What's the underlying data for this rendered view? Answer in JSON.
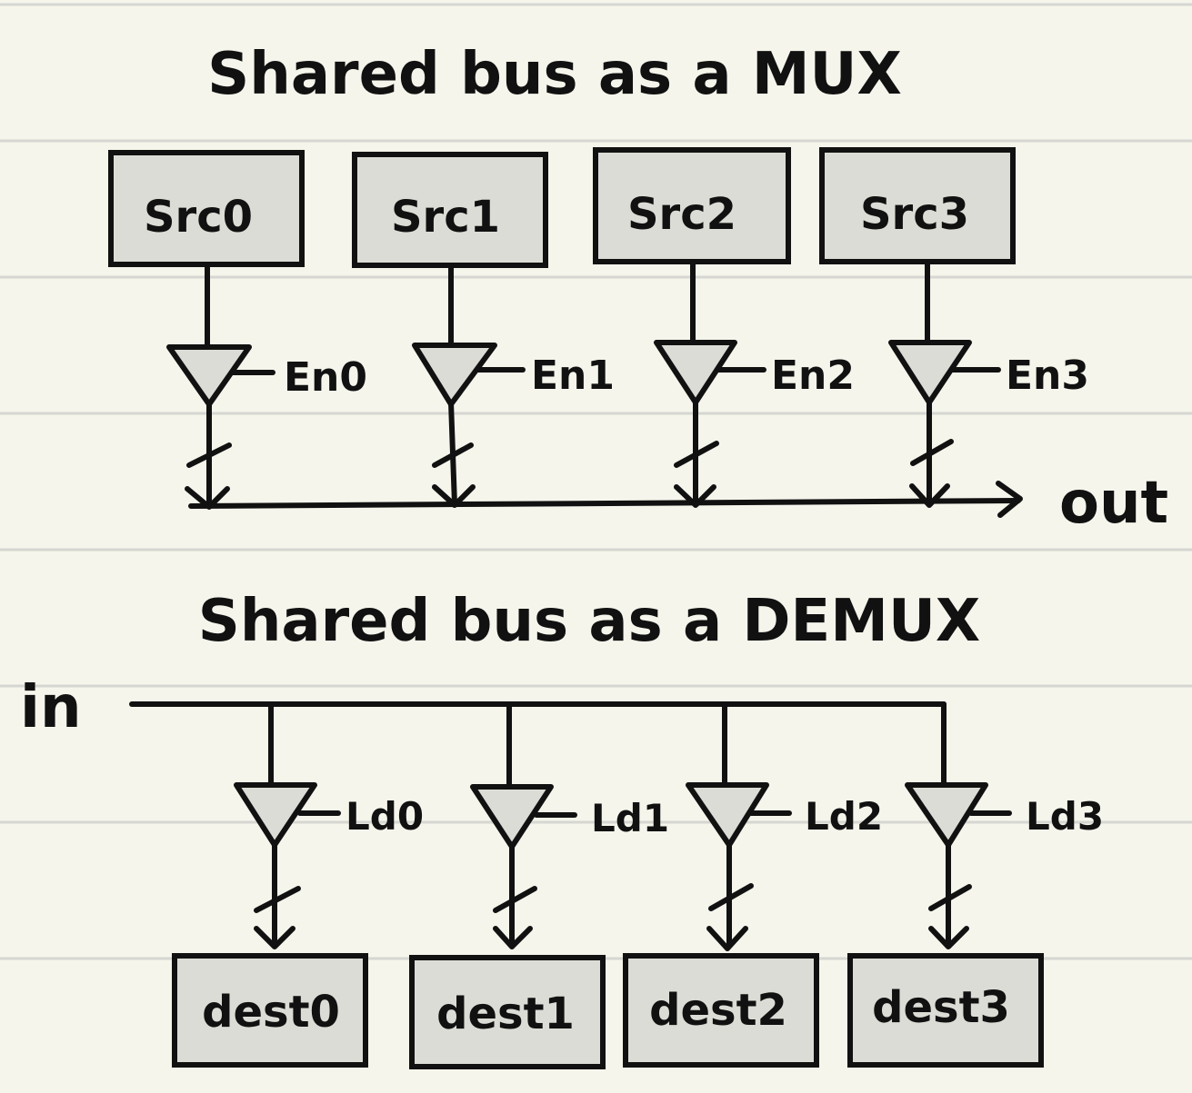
{
  "mux": {
    "title": "Shared bus as a MUX",
    "sources": [
      "Src0",
      "Src1",
      "Src2",
      "Src3"
    ],
    "enables": [
      "En0",
      "En1",
      "En2",
      "En3"
    ],
    "output_label": "out"
  },
  "demux": {
    "title": "Shared bus as a DEMUX",
    "input_label": "in",
    "loads": [
      "Ld0",
      "Ld1",
      "Ld2",
      "Ld3"
    ],
    "destinations": [
      "dest0",
      "dest1",
      "dest2",
      "dest3"
    ]
  },
  "colors": {
    "paper": "#f5f5ec",
    "rule_line": "#d6d6d2",
    "box_fill": "#dcdcd6",
    "ink": "#111111"
  }
}
